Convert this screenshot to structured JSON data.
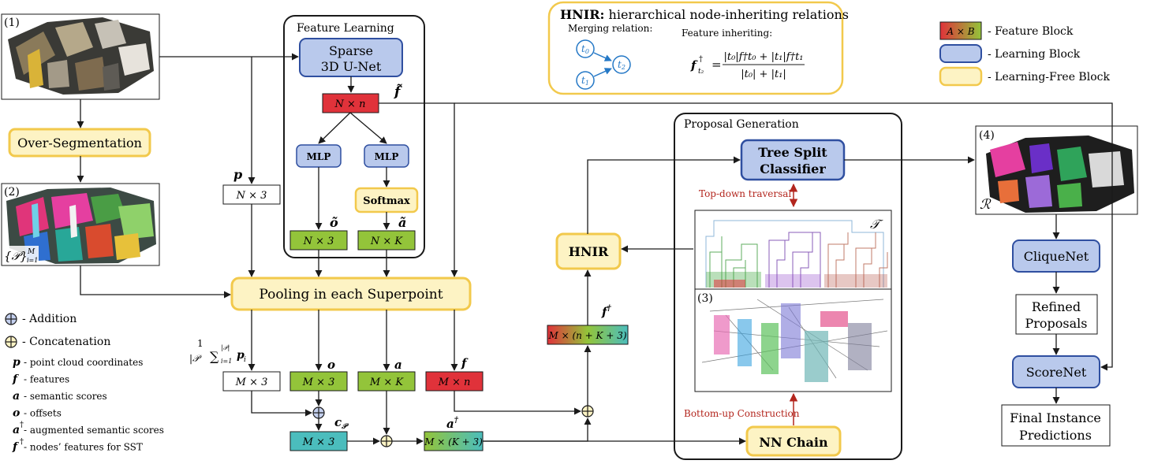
{
  "colors": {
    "learning_fill": "#b9c9ec",
    "learning_stroke": "#2f4fa0",
    "learning_free_fill": "#fdf3c4",
    "learning_free_stroke": "#f2c94c",
    "red_block": "#e0323a",
    "green_block": "#93c43a",
    "teal_block": "#4bbdbd",
    "arrow": "#1a1a1a",
    "accent_red": "#b3261e",
    "hnir_blue": "#2478c6"
  },
  "panels": {
    "label_1": "(1)",
    "label_2": "(2)",
    "label_3": "(3)",
    "label_4": "(4)",
    "superpoint_caption_prefix": "{",
    "superpoint_caption_sym": "𝒫",
    "superpoint_caption_suffix": "}",
    "superpoint_caption_sup": "M",
    "superpoint_caption_sub": "i=1",
    "r_symbol": "ℛ",
    "t_symbol": "𝒯"
  },
  "feature_learning": {
    "title": "Feature Learning",
    "unet_line1": "Sparse",
    "unet_line2": "3D U-Net",
    "mlp_left": "MLP",
    "mlp_right": "MLP",
    "softmax": "Softmax"
  },
  "symbols": {
    "f_tilde": "f̃",
    "o_tilde": "õ",
    "a_tilde": "ã",
    "p": "p",
    "o": "o",
    "a": "a",
    "f": "f",
    "c_p": "c",
    "c_p_sub": "𝒫",
    "a_dagger": "a",
    "dagger": "†",
    "f_dagger": "f",
    "mean_formula": "|𝒫| Σ p",
    "mean_one": "1",
    "mean_bar": "‾",
    "mean_prefix": "|𝒫",
    "mean_sum": "∑",
    "mean_sum_sub": "i=1",
    "mean_sum_sup": "|𝒫|",
    "mean_p": "p",
    "mean_p_sub": "i"
  },
  "blocks": {
    "n_by_n": "N × n",
    "n_by_3_p": "N × 3",
    "n_by_3_o": "N × 3",
    "n_by_k": "N × K",
    "m_by_3_p": "M × 3",
    "m_by_3_o": "M × 3",
    "m_by_k": "M × K",
    "m_by_n": "M × n",
    "m_by_3_c": "M × 3",
    "m_by_k3": "M × (K + 3)",
    "m_by_nk3": "M × (n + K + 3)"
  },
  "nodes": {
    "over_segmentation": "Over-Segmentation",
    "pooling": "Pooling in each Superpoint",
    "hnir": "HNIR",
    "tree_split_line1": "Tree Split",
    "tree_split_line2": "Classifier",
    "nn_chain": "NN Chain",
    "cliquenet": "CliqueNet",
    "refined_line1": "Refined",
    "refined_line2": "Proposals",
    "scorenet": "ScoreNet",
    "final_line1": "Final Instance",
    "final_line2": "Predictions"
  },
  "proposal_generation": {
    "title": "Proposal Generation",
    "top_down": "Top-down traversal",
    "bottom_up": "Bottom-up Construction"
  },
  "hnir_box": {
    "title_bold": "HNIR:",
    "title_rest": " hierarchical node-inheriting relations",
    "merging_relation": "Merging relation:",
    "feature_inheriting": "Feature inheriting:",
    "t0": "t",
    "t0_sub": "0",
    "t1": "t",
    "t1_sub": "1",
    "t2": "t",
    "t2_sub": "2",
    "formula_lhs": "f",
    "formula_lhs_sup": "†",
    "formula_lhs_sub": "t₂",
    "formula_num": "|t₀|f†t₀ + |t₁|f†t₁",
    "formula_den": "|t₀| + |t₁|",
    "formula_eq": "="
  },
  "legend_top": {
    "feature_block_inner": "A × B",
    "feature_block": "- Feature Block",
    "learning_block": "- Learning Block",
    "learning_free_block": "- Learning-Free Block"
  },
  "legend_bottom": {
    "addition": "- Addition",
    "concatenation": "- Concatenation",
    "items": [
      {
        "sym": "p",
        "sup": "",
        "text": "- point cloud coordinates"
      },
      {
        "sym": "f",
        "sup": "",
        "text": "- features"
      },
      {
        "sym": "a",
        "sup": "",
        "text": "- semantic scores"
      },
      {
        "sym": "o",
        "sup": "",
        "text": "- offsets"
      },
      {
        "sym": "a",
        "sup": "†",
        "text": "- augmented semantic scores"
      },
      {
        "sym": "f",
        "sup": "†",
        "text": "- nodes’ features for SST"
      }
    ]
  }
}
